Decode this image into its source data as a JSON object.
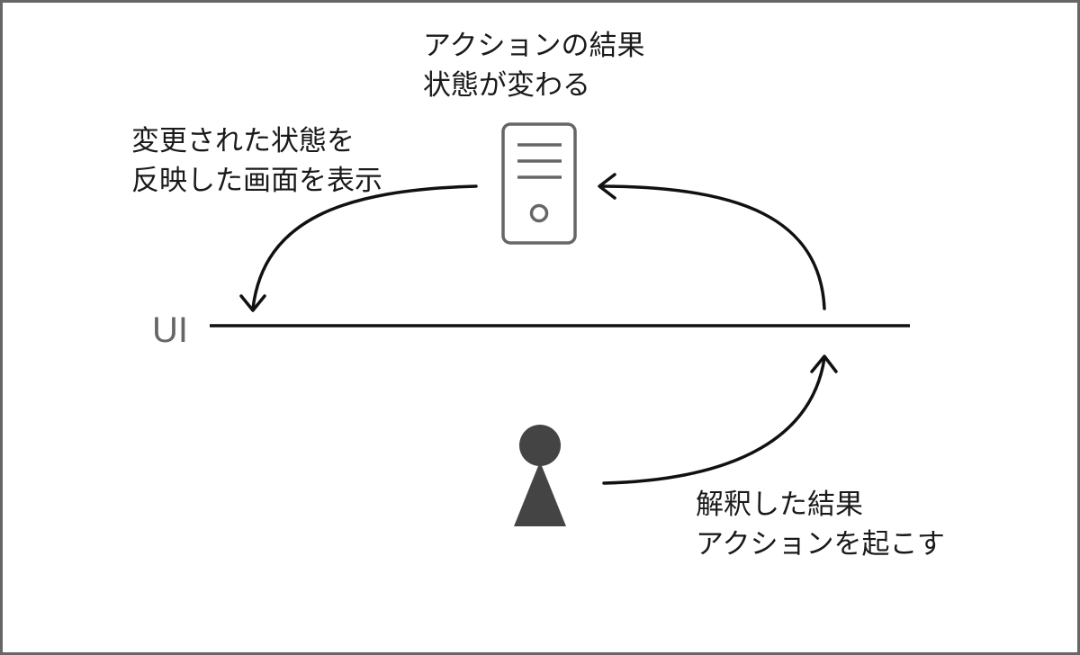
{
  "labels": {
    "server_result": [
      "アクションの結果",
      "状態が変わる"
    ],
    "display_update": [
      "変更された状態を",
      "反映した画面を表示"
    ],
    "user_action": [
      "解釈した結果",
      "アクションを起こす"
    ],
    "ui": "UI"
  },
  "icons": {
    "server": "server-icon",
    "user": "person-icon"
  },
  "colors": {
    "line": "#111111",
    "icon_stroke": "#666666",
    "person_fill": "#444444",
    "ui_text": "#666666",
    "border": "#666666"
  }
}
